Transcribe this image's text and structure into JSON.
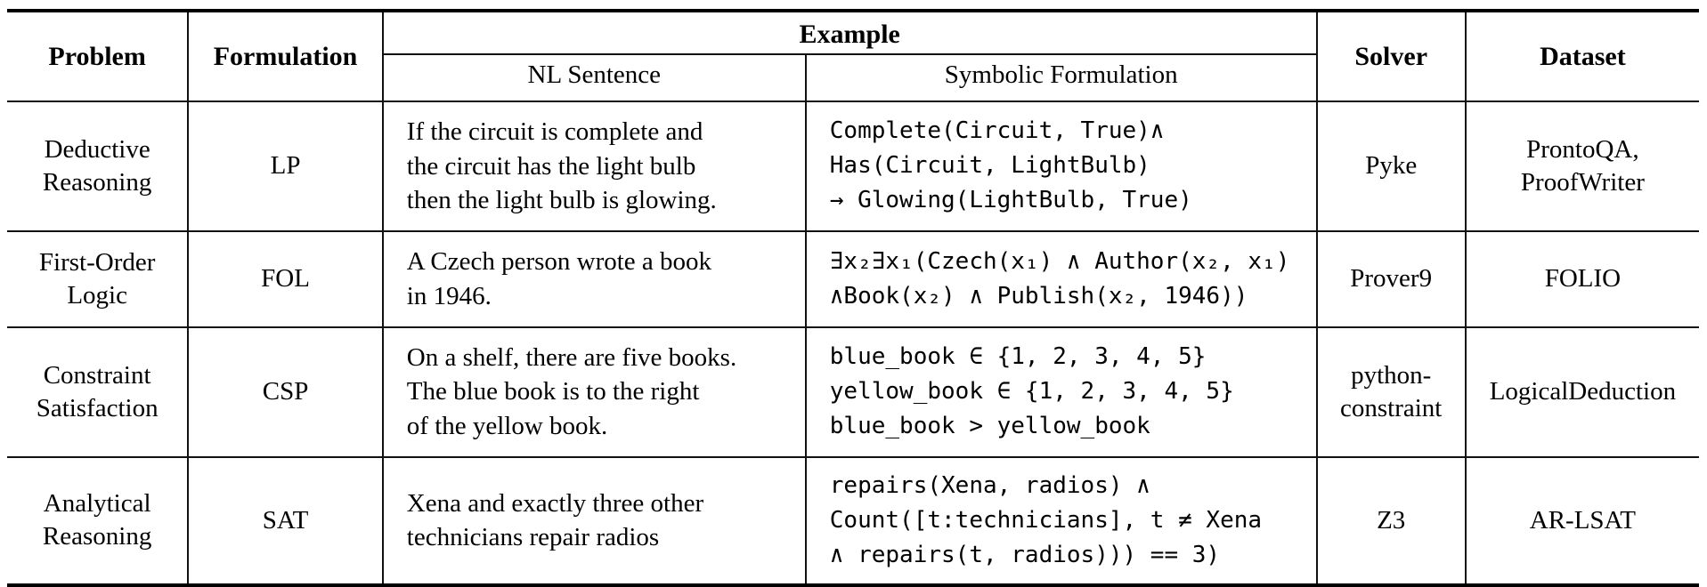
{
  "page": {
    "background_color": "#ffffff",
    "text_color": "#000000",
    "rule_color": "#111111"
  },
  "table": {
    "headers": {
      "problem": "Problem",
      "formulation": "Formulation",
      "example": "Example",
      "nl_sentence": "NL Sentence",
      "symbolic_formulation": "Symbolic Formulation",
      "solver": "Solver",
      "dataset": "Dataset"
    },
    "rows": [
      {
        "problem": [
          "Deductive",
          "Reasoning"
        ],
        "formulation": "LP",
        "nl_lines": [
          "If the circuit is complete and",
          "the circuit has the light bulb",
          "then the light bulb is glowing."
        ],
        "symbolic_lines": [
          "Complete(Circuit, True)∧",
          "Has(Circuit, LightBulb)",
          "→ Glowing(LightBulb, True)"
        ],
        "solver": [
          "Pyke"
        ],
        "dataset": [
          "ProntoQA,",
          "ProofWriter"
        ]
      },
      {
        "problem": [
          "First-Order",
          "Logic"
        ],
        "formulation": "FOL",
        "nl_lines": [
          "A Czech person wrote a book",
          "in 1946."
        ],
        "symbolic_lines": [
          "∃x₂∃x₁(Czech(x₁) ∧ Author(x₂, x₁)",
          "∧Book(x₂) ∧ Publish(x₂, 1946))"
        ],
        "solver": [
          "Prover9"
        ],
        "dataset": [
          "FOLIO"
        ]
      },
      {
        "problem": [
          "Constraint",
          "Satisfaction"
        ],
        "formulation": "CSP",
        "nl_lines": [
          "On a shelf, there are five books.",
          "The blue book is to the right",
          "of the yellow book."
        ],
        "symbolic_lines": [
          "blue_book ∈ {1, 2, 3, 4, 5}",
          "yellow_book ∈ {1, 2, 3, 4, 5}",
          "blue_book > yellow_book"
        ],
        "solver": [
          "python-",
          "constraint"
        ],
        "dataset": [
          "LogicalDeduction"
        ]
      },
      {
        "problem": [
          "Analytical",
          "Reasoning"
        ],
        "formulation": "SAT",
        "nl_lines": [
          "Xena and exactly three other",
          "technicians repair radios"
        ],
        "symbolic_lines": [
          "repairs(Xena, radios) ∧",
          "Count([t:technicians], t ≠ Xena",
          "∧ repairs(t, radios))) == 3)"
        ],
        "solver": [
          "Z3"
        ],
        "dataset": [
          "AR-LSAT"
        ]
      }
    ]
  }
}
